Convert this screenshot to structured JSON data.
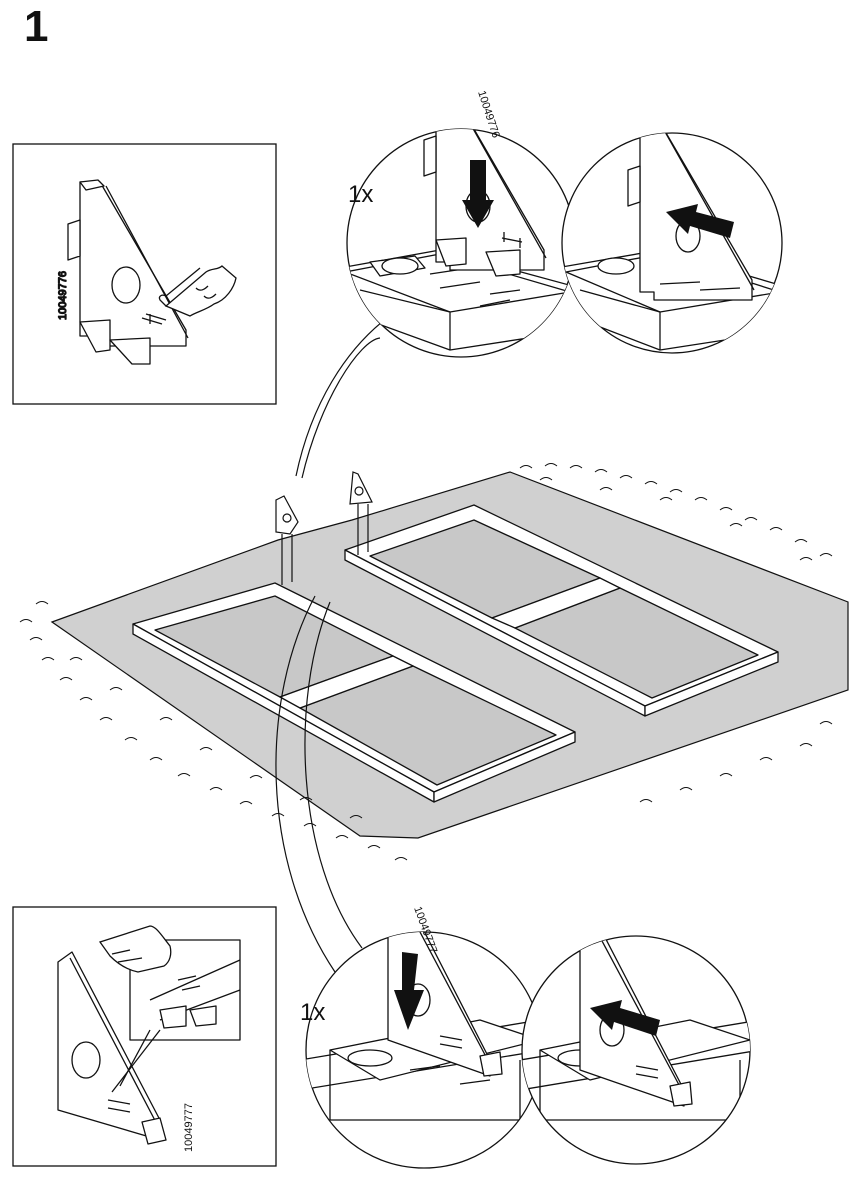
{
  "step": {
    "number": "1"
  },
  "top_detail": {
    "part_number": "10049776",
    "quantity": "1x"
  },
  "bottom_detail": {
    "part_number": "10049777",
    "quantity": "1x"
  },
  "icons": {
    "touch_hint": "pointing-hand-icon",
    "press_down": "arrow-down-icon",
    "push_in": "arrow-left-icon"
  },
  "colors": {
    "line": "#111111",
    "floor": "#d0d0d0",
    "panel": "#c8c8c8"
  }
}
